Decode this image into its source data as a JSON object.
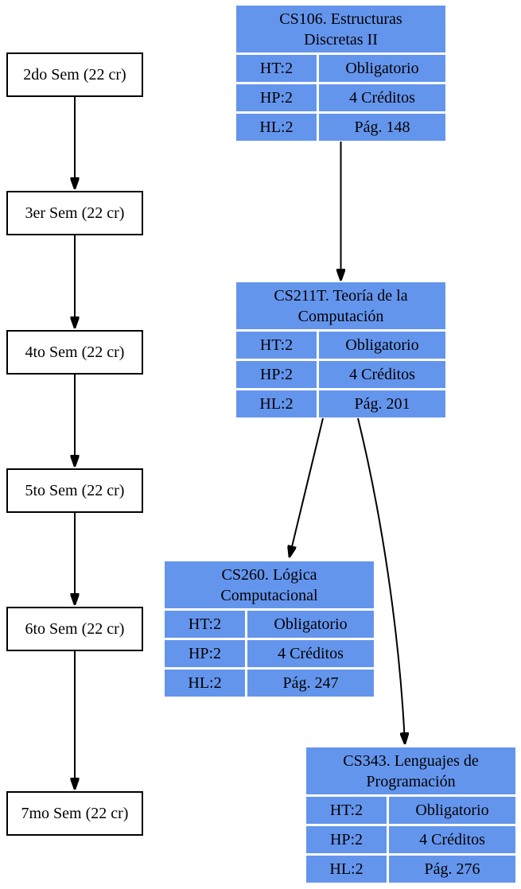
{
  "colors": {
    "background": "#ffffff",
    "node-fill": "#6495ED",
    "node-text": "#000000",
    "box-fill": "#ffffff",
    "box-border": "#000000",
    "edge": "#000000"
  },
  "semesters": [
    {
      "label": "2do Sem (22 cr)"
    },
    {
      "label": "3er Sem (22 cr)"
    },
    {
      "label": "4to Sem (22 cr)"
    },
    {
      "label": "5to Sem (22 cr)"
    },
    {
      "label": "6to Sem (22 cr)"
    },
    {
      "label": "7mo Sem (22 cr)"
    }
  ],
  "courses": [
    {
      "code": "CS106",
      "title": "CS106. Estructuras Discretas II",
      "rows": [
        {
          "key": "HT:2",
          "value": "Obligatorio"
        },
        {
          "key": "HP:2",
          "value": "4 Créditos"
        },
        {
          "key": "HL:2",
          "value": "Pág. 148"
        }
      ]
    },
    {
      "code": "CS211T",
      "title": "CS211T. Teoría de la Computación",
      "rows": [
        {
          "key": "HT:2",
          "value": "Obligatorio"
        },
        {
          "key": "HP:2",
          "value": "4 Créditos"
        },
        {
          "key": "HL:2",
          "value": "Pág. 201"
        }
      ]
    },
    {
      "code": "CS260",
      "title": "CS260. Lógica Computacional",
      "rows": [
        {
          "key": "HT:2",
          "value": "Obligatorio"
        },
        {
          "key": "HP:2",
          "value": "4 Créditos"
        },
        {
          "key": "HL:2",
          "value": "Pág. 247"
        }
      ]
    },
    {
      "code": "CS343",
      "title": "CS343. Lenguajes de Programación",
      "rows": [
        {
          "key": "HT:2",
          "value": "Obligatorio"
        },
        {
          "key": "HP:2",
          "value": "4 Créditos"
        },
        {
          "key": "HL:2",
          "value": "Pág. 276"
        }
      ]
    }
  ],
  "edges": [
    {
      "from": "2do Sem (22 cr)",
      "to": "3er Sem (22 cr)"
    },
    {
      "from": "3er Sem (22 cr)",
      "to": "4to Sem (22 cr)"
    },
    {
      "from": "4to Sem (22 cr)",
      "to": "5to Sem (22 cr)"
    },
    {
      "from": "5to Sem (22 cr)",
      "to": "6to Sem (22 cr)"
    },
    {
      "from": "6to Sem (22 cr)",
      "to": "7mo Sem (22 cr)"
    },
    {
      "from": "CS106",
      "to": "CS211T"
    },
    {
      "from": "CS211T",
      "to": "CS260"
    },
    {
      "from": "CS211T",
      "to": "CS343"
    }
  ]
}
